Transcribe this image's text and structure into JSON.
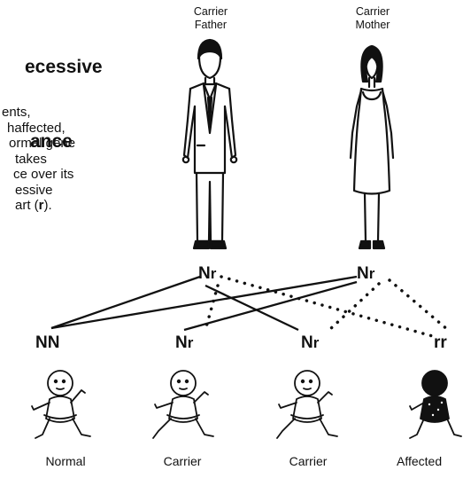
{
  "title_lines": [
    "ecessive",
    "ance"
  ],
  "intro_lines": [
    "ents,",
    "haffected,",
    "ormal gene",
    "takes",
    "ce over its",
    "essive",
    "art (r)."
  ],
  "parents": {
    "father": {
      "line1": "Carrier",
      "line2": "Father",
      "genotype_dom": "N",
      "genotype_rec": "r"
    },
    "mother": {
      "line1": "Carrier",
      "line2": "Mother",
      "genotype_dom": "N",
      "genotype_rec": "r"
    }
  },
  "children": [
    {
      "genotype": "NN",
      "label": "Normal",
      "icon": "baby-normal-icon"
    },
    {
      "genotype_dom": "N",
      "genotype_rec": "r",
      "label": "Carrier",
      "icon": "baby-carrier-icon"
    },
    {
      "genotype_dom": "N",
      "genotype_rec": "r",
      "label": "Carrier",
      "icon": "baby-carrier-icon"
    },
    {
      "genotype": "rr",
      "label": "Affected",
      "icon": "baby-affected-icon"
    }
  ],
  "colors": {
    "ink": "#111111",
    "background": "#ffffff"
  }
}
